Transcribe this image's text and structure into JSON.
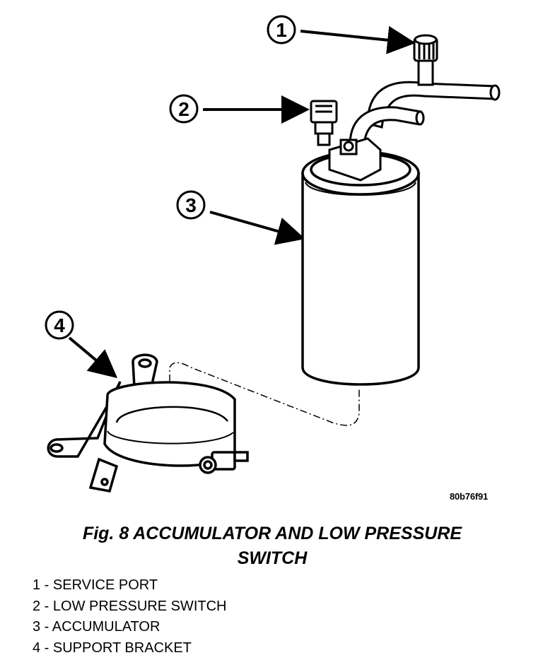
{
  "callouts": [
    {
      "number": "1"
    },
    {
      "number": "2"
    },
    {
      "number": "3"
    },
    {
      "number": "4"
    }
  ],
  "image_code": "80b76f91",
  "caption": {
    "line1": "Fig. 8 ACCUMULATOR AND LOW PRESSURE",
    "line2": "SWITCH"
  },
  "legend": [
    "1 - SERVICE PORT",
    "2 - LOW PRESSURE SWITCH",
    "3 - ACCUMULATOR",
    "4 - SUPPORT BRACKET"
  ]
}
